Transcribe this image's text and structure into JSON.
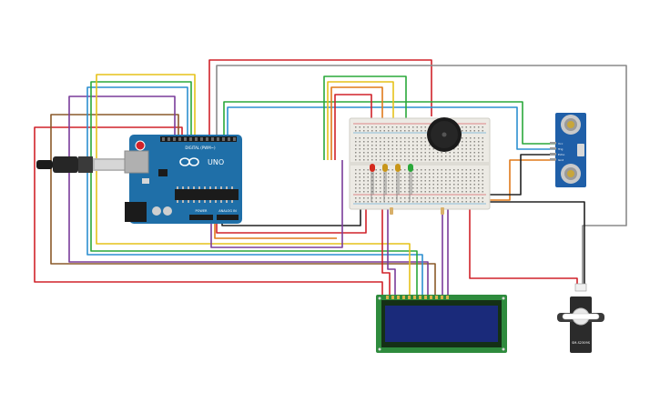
{
  "canvas": {
    "background": "#ffffff"
  },
  "colors": {
    "arduino_board": "#1f6fa8",
    "arduino_dark": "#165a8a",
    "breadboard": "#eceae4",
    "lcd_pcb": "#2e8b3d",
    "lcd_screen": "#1a2a7a",
    "sonar_board": "#1f5fa8",
    "servo_body": "#2b2b2b",
    "buzzer": "#1b1b1b",
    "wire_red": "#d0222a",
    "wire_yellow": "#e6c21a",
    "wire_green": "#2aa83a",
    "wire_blue": "#2c8fd0",
    "wire_purple": "#7a3c9a",
    "wire_orange": "#e07a1a",
    "wire_brown": "#8a5a2a",
    "wire_gray": "#8a8a8a",
    "wire_black": "#222222",
    "led_colors": [
      "#d42a1e",
      "#c8961a",
      "#c8961a",
      "#2aa83a"
    ]
  },
  "components": {
    "arduino": {
      "model": "UNO",
      "header_label": "DIGITAL (PWM~)",
      "power_label": "POWER",
      "analog_label": "ANALOG IN"
    },
    "sonar": {
      "pins": [
        "Vcc",
        "Trig",
        "Echo",
        "Gnd"
      ]
    },
    "servo": {
      "label": "SM-S2309S"
    },
    "lcd": {},
    "breadboard": {},
    "buzzer": {}
  }
}
